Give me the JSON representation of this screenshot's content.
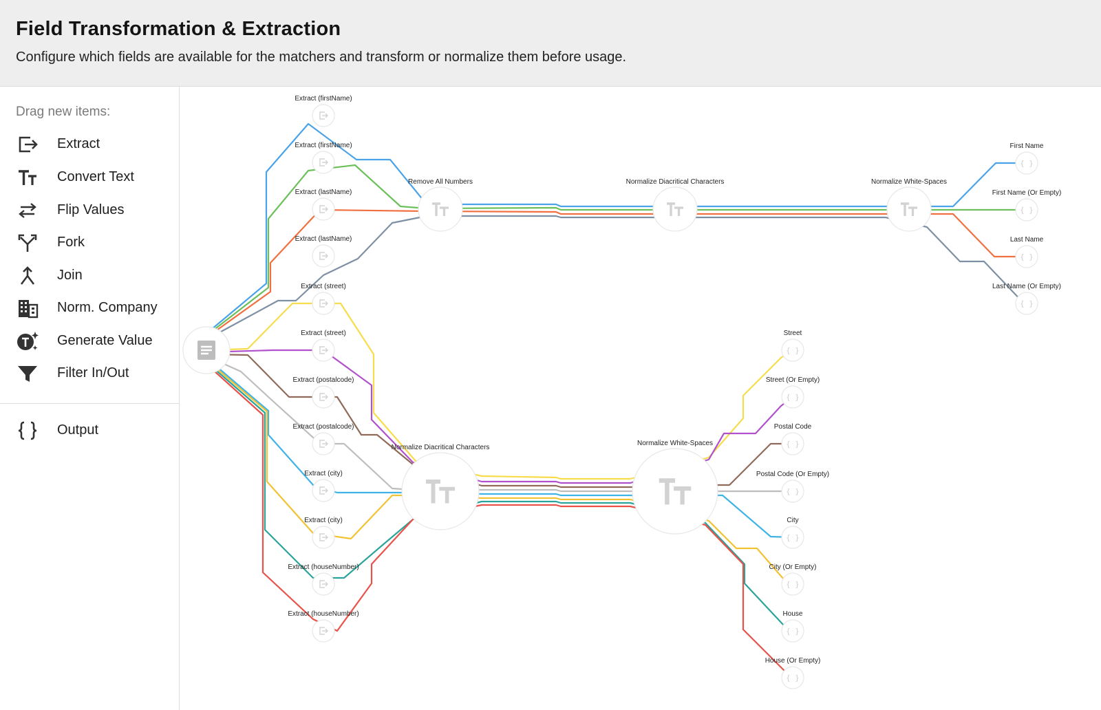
{
  "header": {
    "title": "Field Transformation & Extraction",
    "subtitle": "Configure which fields are available for the matchers and transform or normalize them before usage."
  },
  "sidebar": {
    "hint": "Drag new items:",
    "items": [
      {
        "label": "Extract",
        "icon": "extract-icon"
      },
      {
        "label": "Convert Text",
        "icon": "convert-text-icon"
      },
      {
        "label": "Flip Values",
        "icon": "flip-values-icon"
      },
      {
        "label": "Fork",
        "icon": "fork-icon"
      },
      {
        "label": "Join",
        "icon": "join-icon"
      },
      {
        "label": "Norm. Company",
        "icon": "company-icon"
      },
      {
        "label": "Generate Value",
        "icon": "generate-value-icon"
      },
      {
        "label": "Filter In/Out",
        "icon": "filter-icon"
      }
    ],
    "output": {
      "label": "Output",
      "icon": "output-braces-icon"
    }
  },
  "graph": {
    "colors": {
      "blue": "#4aa3e8",
      "green": "#6cc05a",
      "orange": "#f0703f",
      "slate": "#7d90a3",
      "yellow": "#f7dc4c",
      "purple": "#b150cc",
      "brown": "#8f6a5a",
      "gray": "#bdbdbd",
      "lightblue": "#3fb3e6",
      "amber": "#f1c232",
      "teal": "#2aa39a",
      "red": "#e8524a"
    },
    "source": {
      "icon": "document-icon"
    },
    "extract_nodes": [
      {
        "label": "Extract (firstName)"
      },
      {
        "label": "Extract (firstName)"
      },
      {
        "label": "Extract (lastName)"
      },
      {
        "label": "Extract (lastName)"
      },
      {
        "label": "Extract (street)"
      },
      {
        "label": "Extract (street)"
      },
      {
        "label": "Extract (postalcode)"
      },
      {
        "label": "Extract (postalcode)"
      },
      {
        "label": "Extract (city)"
      },
      {
        "label": "Extract (city)"
      },
      {
        "label": "Extract (houseNumber)"
      },
      {
        "label": "Extract (houseNumber)"
      }
    ],
    "transform_nodes": [
      {
        "label": "Remove All Numbers"
      },
      {
        "label": "Normalize Diacritical Characters"
      },
      {
        "label": "Normalize White-Spaces"
      },
      {
        "label": "Normalize Diacritical Characters"
      },
      {
        "label": "Normalize White-Spaces"
      }
    ],
    "output_nodes": [
      {
        "label": "First Name"
      },
      {
        "label": "First Name (Or Empty)"
      },
      {
        "label": "Last Name"
      },
      {
        "label": "Last Name (Or Empty)"
      },
      {
        "label": "Street"
      },
      {
        "label": "Street (Or Empty)"
      },
      {
        "label": "Postal Code"
      },
      {
        "label": "Postal Code (Or Empty)"
      },
      {
        "label": "City"
      },
      {
        "label": "City (Or Empty)"
      },
      {
        "label": "House"
      },
      {
        "label": "House (Or Empty)"
      }
    ]
  }
}
